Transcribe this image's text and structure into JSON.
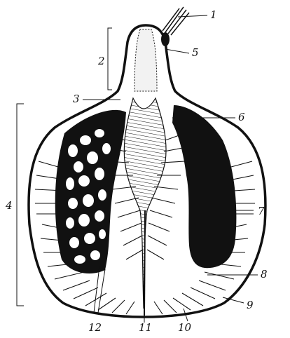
{
  "labels": {
    "l1": "1",
    "l2": "2",
    "l3": "3",
    "l4": "4",
    "l5": "5",
    "l6": "6",
    "l7": "7",
    "l8": "8",
    "l9": "9",
    "l10": "10",
    "l11": "11",
    "l12": "12"
  },
  "colors": {
    "ink": "#111111",
    "paper": "#ffffff",
    "shade": "#e8e8e8"
  }
}
